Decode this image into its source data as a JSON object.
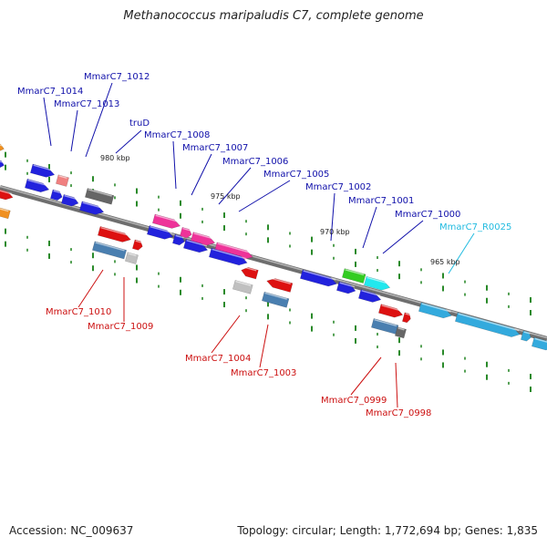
{
  "title": "Methanococcus maripaludis C7, complete genome",
  "footer": {
    "accession": "Accession: NC_009637",
    "summary": "Topology: circular; Length: 1,772,694 bp; Genes: 1,835"
  },
  "colors": {
    "backbone": "#777777",
    "tick": "#2a8a2a",
    "blue_label": "#1010aa",
    "red_label": "#cc1010",
    "cyan_label": "#22bbe0",
    "kbp_label": "#222222"
  },
  "kbp_markers": [
    {
      "id": "kbp-980",
      "text": "980 kbp"
    },
    {
      "id": "kbp-975",
      "text": "975 kbp"
    },
    {
      "id": "kbp-970",
      "text": "970 kbp"
    },
    {
      "id": "kbp-965",
      "text": "965 kbp"
    }
  ],
  "gene_labels": [
    {
      "id": "MmarC7_1014",
      "text": "MmarC7_1014",
      "color": "blue"
    },
    {
      "id": "MmarC7_1013",
      "text": "MmarC7_1013",
      "color": "blue"
    },
    {
      "id": "MmarC7_1012",
      "text": "MmarC7_1012",
      "color": "blue"
    },
    {
      "id": "truD",
      "text": "truD",
      "color": "blue"
    },
    {
      "id": "MmarC7_1008",
      "text": "MmarC7_1008",
      "color": "blue"
    },
    {
      "id": "MmarC7_1007",
      "text": "MmarC7_1007",
      "color": "blue"
    },
    {
      "id": "MmarC7_1006",
      "text": "MmarC7_1006",
      "color": "blue"
    },
    {
      "id": "MmarC7_1005",
      "text": "MmarC7_1005",
      "color": "blue"
    },
    {
      "id": "MmarC7_1002",
      "text": "MmarC7_1002",
      "color": "blue"
    },
    {
      "id": "MmarC7_1001",
      "text": "MmarC7_1001",
      "color": "blue"
    },
    {
      "id": "MmarC7_1000",
      "text": "MmarC7_1000",
      "color": "blue"
    },
    {
      "id": "MmarC7_R0025",
      "text": "MmarC7_R0025",
      "color": "cyan"
    },
    {
      "id": "MmarC7_1010",
      "text": "MmarC7_1010",
      "color": "red"
    },
    {
      "id": "MmarC7_1009",
      "text": "MmarC7_1009",
      "color": "red"
    },
    {
      "id": "MmarC7_1004",
      "text": "MmarC7_1004",
      "color": "red"
    },
    {
      "id": "MmarC7_1003",
      "text": "MmarC7_1003",
      "color": "red"
    },
    {
      "id": "MmarC7_0999",
      "text": "MmarC7_0999",
      "color": "red"
    },
    {
      "id": "MmarC7_0998",
      "text": "MmarC7_0998",
      "color": "red"
    }
  ]
}
